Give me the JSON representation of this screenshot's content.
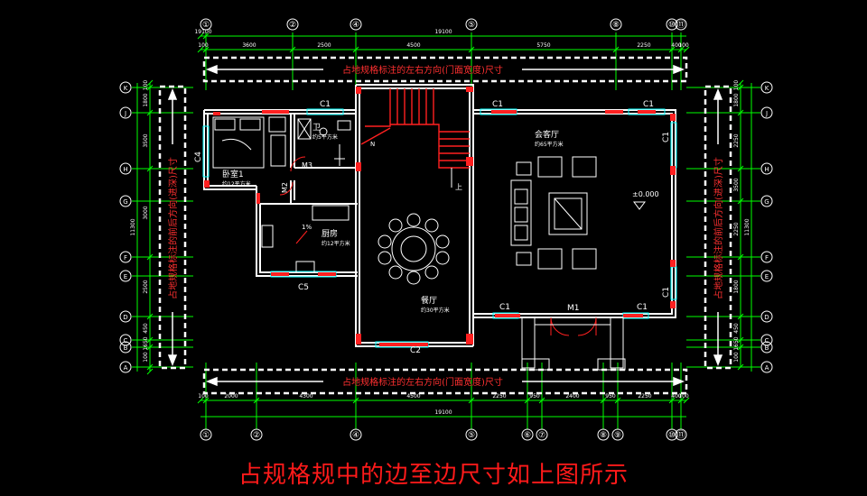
{
  "colors": {
    "background": "#000000",
    "axis": "#00ff00",
    "wall": "#ffffff",
    "window": "#00ffff",
    "accent": "#ff2020",
    "furniture": "#ffffff",
    "dim_text": "#ffffff",
    "label_text": "#ffffff"
  },
  "grid": {
    "top_axes": [
      "①",
      "②",
      "④",
      "⑤",
      "⑧",
      "⑩",
      "⑪"
    ],
    "bottom_axes": [
      "①",
      "②",
      "④",
      "⑤",
      "⑥",
      "⑦",
      "⑧",
      "⑨",
      "⑩",
      "⑪"
    ],
    "side_axes": [
      "K",
      "J",
      "H",
      "G",
      "F",
      "E",
      "D",
      "C",
      "B",
      "A"
    ]
  },
  "dims": {
    "top_total": "19100",
    "top_segments": [
      "100",
      "3600",
      "2500",
      "4500",
      "5750",
      "2250",
      "400",
      "100"
    ],
    "bottom_total": "19100",
    "bottom_segments": [
      "100",
      "2000",
      "4300",
      "4500",
      "2250",
      "950",
      "2400",
      "950",
      "2250",
      "400",
      "100"
    ],
    "left_total": "11300",
    "left_segments": [
      "100",
      "1800",
      "3500",
      "3000",
      "2500",
      "450",
      "1650",
      "100"
    ],
    "right_total": "11300",
    "right_segments": [
      "100",
      "1800",
      "2250",
      "3500",
      "2250",
      "1800",
      "450",
      "1650",
      "100"
    ]
  },
  "rooms": {
    "bedroom_name": "卧室1",
    "bedroom_area": "约12平方米",
    "bath_name": "卫",
    "bath_area": "约5平方米",
    "kitchen_name": "厨房",
    "kitchen_area": "约12平方米",
    "dining_name": "餐厅",
    "dining_area": "约30平方米",
    "living_name": "会客厅",
    "living_area": "约65平方米"
  },
  "openings": {
    "c1_a": "C1",
    "c1_b": "C1",
    "c1_c": "C1",
    "c1_d": "C1",
    "c1_e": "C1",
    "c1_f": "C1",
    "c1_g": "C1",
    "c2": "C2",
    "c4": "C4",
    "c5": "C5",
    "m1": "M1",
    "m2": "M2",
    "m3": "M3"
  },
  "annotations": {
    "elevation": "±0.000",
    "stair_up": "上",
    "stair_dn": "N",
    "slope": "1%",
    "width_note_top": "占地规格标注的左右方向(门面宽度)尺寸",
    "width_note_bottom": "占地规格标注的左右方向(门面宽度)尺寸",
    "depth_note_left": "占地规格标注的前后方向(进深)尺寸",
    "depth_note_right": "占地规格标注的前后方向(进深)尺寸"
  },
  "caption": "占规格规中的边至边尺寸如上图所示"
}
